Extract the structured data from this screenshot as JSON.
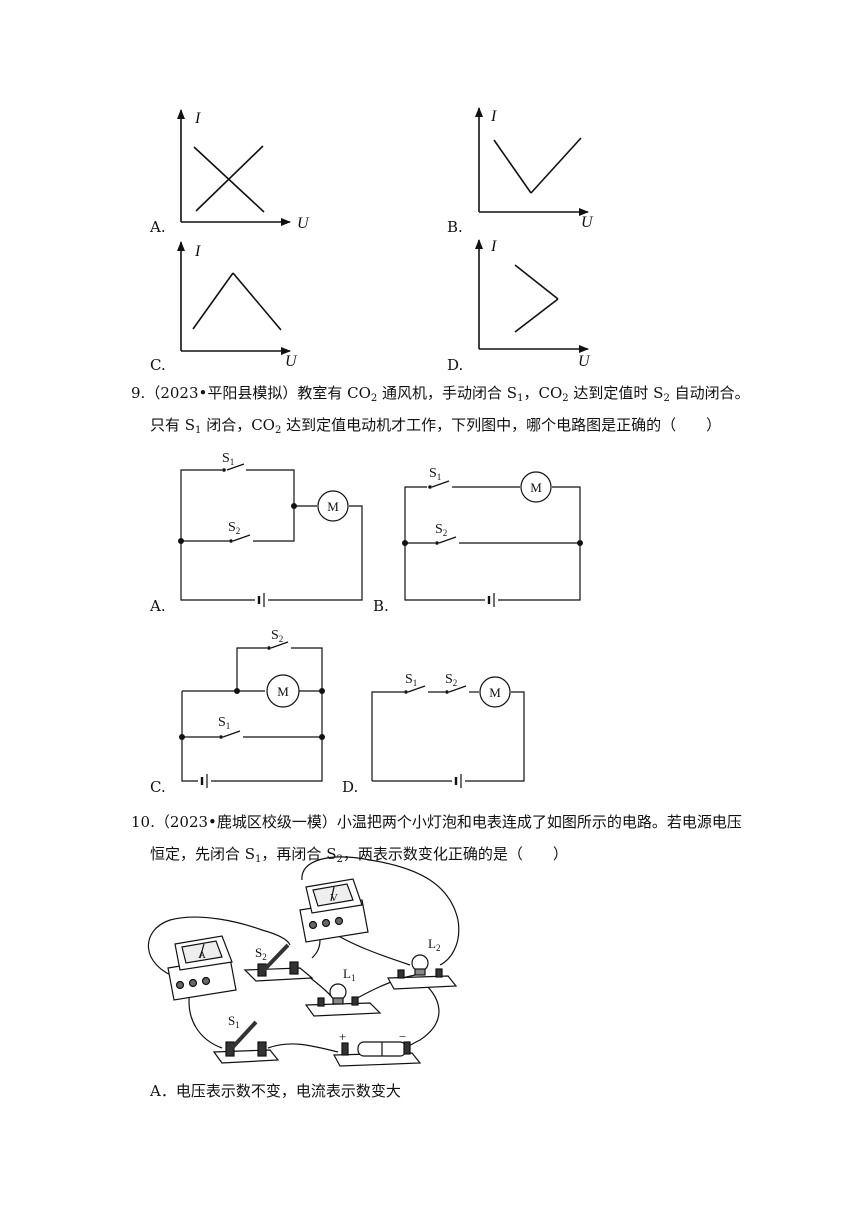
{
  "graphs": {
    "axis_x": "U",
    "axis_y": "I",
    "options": [
      "A.",
      "B.",
      "C.",
      "D."
    ]
  },
  "q9": {
    "number": "9.",
    "source": "（2023•平阳县模拟）",
    "line1_a": "教室有 CO",
    "line1_b": " 通风机，手动闭合 S",
    "line1_c": "，CO",
    "line1_d": " 达到定值时 S",
    "line1_e": " 自动闭合。",
    "line2_a": "只有 S",
    "line2_b": " 闭合，CO",
    "line2_c": " 达到定值电动机才工作，下列图中，哪个电路图是正确的（　　）",
    "sub_2": "2",
    "sub_1": "1",
    "circuit_labels": {
      "s1": "S1",
      "s2": "S2",
      "motor": "M"
    },
    "options": [
      "A.",
      "B.",
      "C.",
      "D."
    ]
  },
  "q10": {
    "number": "10.",
    "source": "（2023•鹿城区校级一模）",
    "line1": "小温把两个小灯泡和电表连成了如图所示的电路。若电源电压",
    "line2_a": "恒定，先闭合 S",
    "line2_b": "，再闭合 S",
    "line2_c": "，两表示数变化正确的是（　　）",
    "sub_1": "1",
    "sub_2": "2",
    "labels": {
      "s1": "S1",
      "s2": "S2",
      "l1": "L1",
      "l2": "L2",
      "ammeter": "A",
      "voltmeter": "V",
      "plus": "+",
      "minus": "−"
    },
    "option_a": "A．电压表示数不变，电流表示数变大"
  }
}
